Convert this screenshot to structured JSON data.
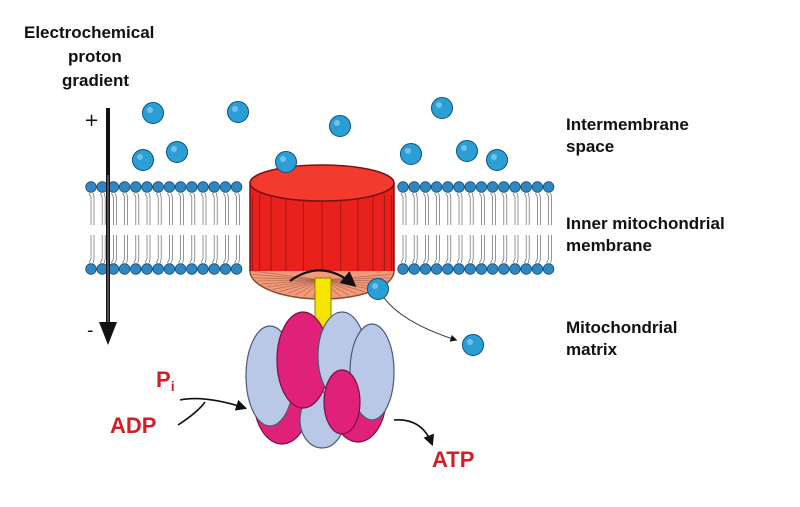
{
  "labels": {
    "gradient_line1": "Electrochemical",
    "gradient_line2": "proton",
    "gradient_line3": "gradient",
    "plus": "+",
    "minus": "-",
    "intermembrane_line1": "Intermembrane",
    "intermembrane_line2": "space",
    "membrane_line1": "Inner mitochondrial",
    "membrane_line2": "membrane",
    "matrix_line1": "Mitochondrial",
    "matrix_line2": "matrix",
    "pi_main": "P",
    "pi_sub": "i",
    "adp": "ADP",
    "atp": "ATP"
  },
  "colors": {
    "proton": "#2a9fd6",
    "lipid_head": "#2f86c0",
    "rotor_red": "#e8211d",
    "rotor_base": "#f29a7a",
    "stalk": "#f5e400",
    "subunit_blue": "#b8c8e6",
    "subunit_magenta": "#e0217a",
    "text_red": "#d21f26"
  },
  "icons": {
    "proton": "proton-circle-icon",
    "arrow": "gradient-arrow-icon"
  }
}
